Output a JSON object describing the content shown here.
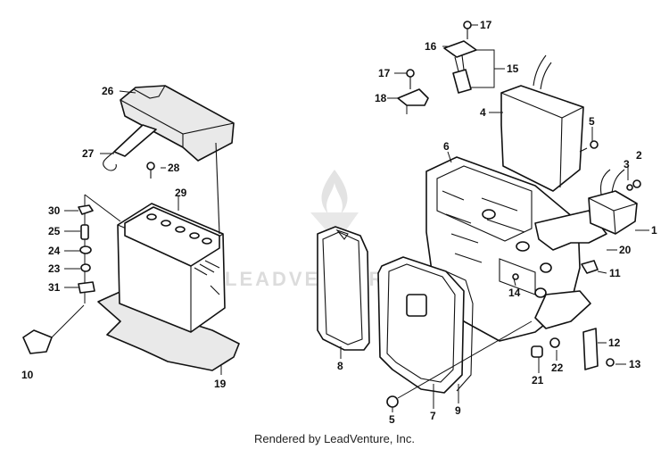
{
  "watermark": {
    "text": "LEADVENTURE"
  },
  "footer": {
    "credit": "Rendered by LeadVenture, Inc."
  },
  "callouts": {
    "c1": "1",
    "c2": "2",
    "c3": "3",
    "c4": "4",
    "c5a": "5",
    "c5b": "5",
    "c6": "6",
    "c7": "7",
    "c8": "8",
    "c9": "9",
    "c10": "10",
    "c11": "11",
    "c12": "12",
    "c13": "13",
    "c14": "14",
    "c15": "15",
    "c16": "16",
    "c17a": "17",
    "c17b": "17",
    "c18": "18",
    "c19": "19",
    "c20": "20",
    "c21": "21",
    "c22": "22",
    "c23": "23",
    "c24": "24",
    "c25": "25",
    "c26": "26",
    "c27": "27",
    "c28": "28",
    "c29": "29",
    "c30": "30",
    "c31": "31"
  }
}
